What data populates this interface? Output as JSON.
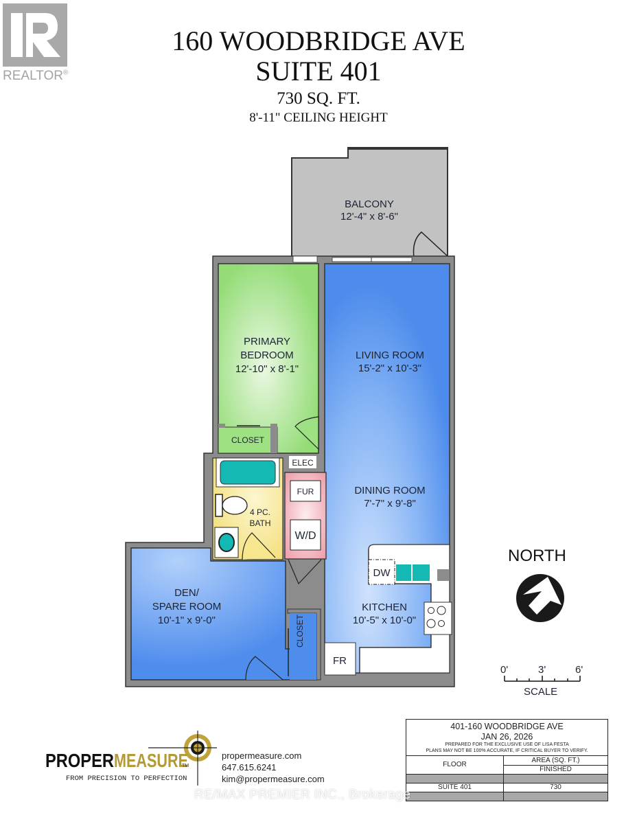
{
  "realtor_logo": {
    "text": "REALTOR",
    "mark": "®"
  },
  "header": {
    "address": "160 WOODBRIDGE AVE",
    "suite": "SUITE 401",
    "area": "730 SQ. FT.",
    "ceiling": "8'-11\" CEILING HEIGHT"
  },
  "rooms": {
    "balcony": {
      "name": "BALCONY",
      "dims": "12'-4\" x 8'-6\""
    },
    "primary_bedroom": {
      "name_line1": "PRIMARY",
      "name_line2": "BEDROOM",
      "dims": "12'-10\" x 8'-1\""
    },
    "living_room": {
      "name": "LIVING ROOM",
      "dims": "15'-2\" x 10'-3\""
    },
    "dining_room": {
      "name": "DINING ROOM",
      "dims": "7'-7\" x 9'-8\""
    },
    "closet_bedroom": {
      "name": "CLOSET"
    },
    "elec": {
      "name": "ELEC"
    },
    "fur": {
      "name": "FUR"
    },
    "wd": {
      "name": "W/D"
    },
    "bath": {
      "name_line1": "4 PC.",
      "name_line2": "BATH"
    },
    "den": {
      "name_line1": "DEN/",
      "name_line2": "SPARE ROOM",
      "dims": "10'-1\" x 9'-0\""
    },
    "closet_den": {
      "name": "CLOSET"
    },
    "kitchen": {
      "name": "KITCHEN",
      "dims": "10'-5\" x 10'-0\""
    },
    "dw": {
      "name": "DW"
    },
    "fr": {
      "name": "FR"
    }
  },
  "compass": {
    "label": "NORTH"
  },
  "scale": {
    "ticks": [
      "0'",
      "3'",
      "6'"
    ],
    "label": "SCALE"
  },
  "colors": {
    "wall": "#8c8c8c",
    "balcony": "#c2c2c2",
    "bedroom": "#a6e38c",
    "living": "#5b97ef",
    "bath": "#f5e48a",
    "laundry": "#f0a9b3",
    "fixture": "#13b9b2"
  },
  "company": {
    "name_part1": "PROPER",
    "name_part2": "MEASURE",
    "tm": "TM",
    "tagline": "FROM PRECISION TO PERFECTION",
    "website": "propermeasure.com",
    "phone": "647.615.6241",
    "email": "kim@propermeasure.com"
  },
  "info_table": {
    "title": "401-160 WOODBRIDGE AVE",
    "date": "JAN 26, 2026",
    "note1": "PREPARED FOR THE EXCLUSIVE USE OF LISA FESTA",
    "note2": "PLANS MAY NOT BE 100% ACCURATE, IF CRITICAL BUYER TO VERIFY.",
    "col_floor": "FLOOR",
    "col_area": "AREA (SQ. FT.)",
    "col_finished": "FINISHED",
    "rows": [
      {
        "floor": "SUITE 401",
        "area": "730"
      }
    ]
  },
  "watermark": "RE/MAX PREMIER INC., Brokerage"
}
